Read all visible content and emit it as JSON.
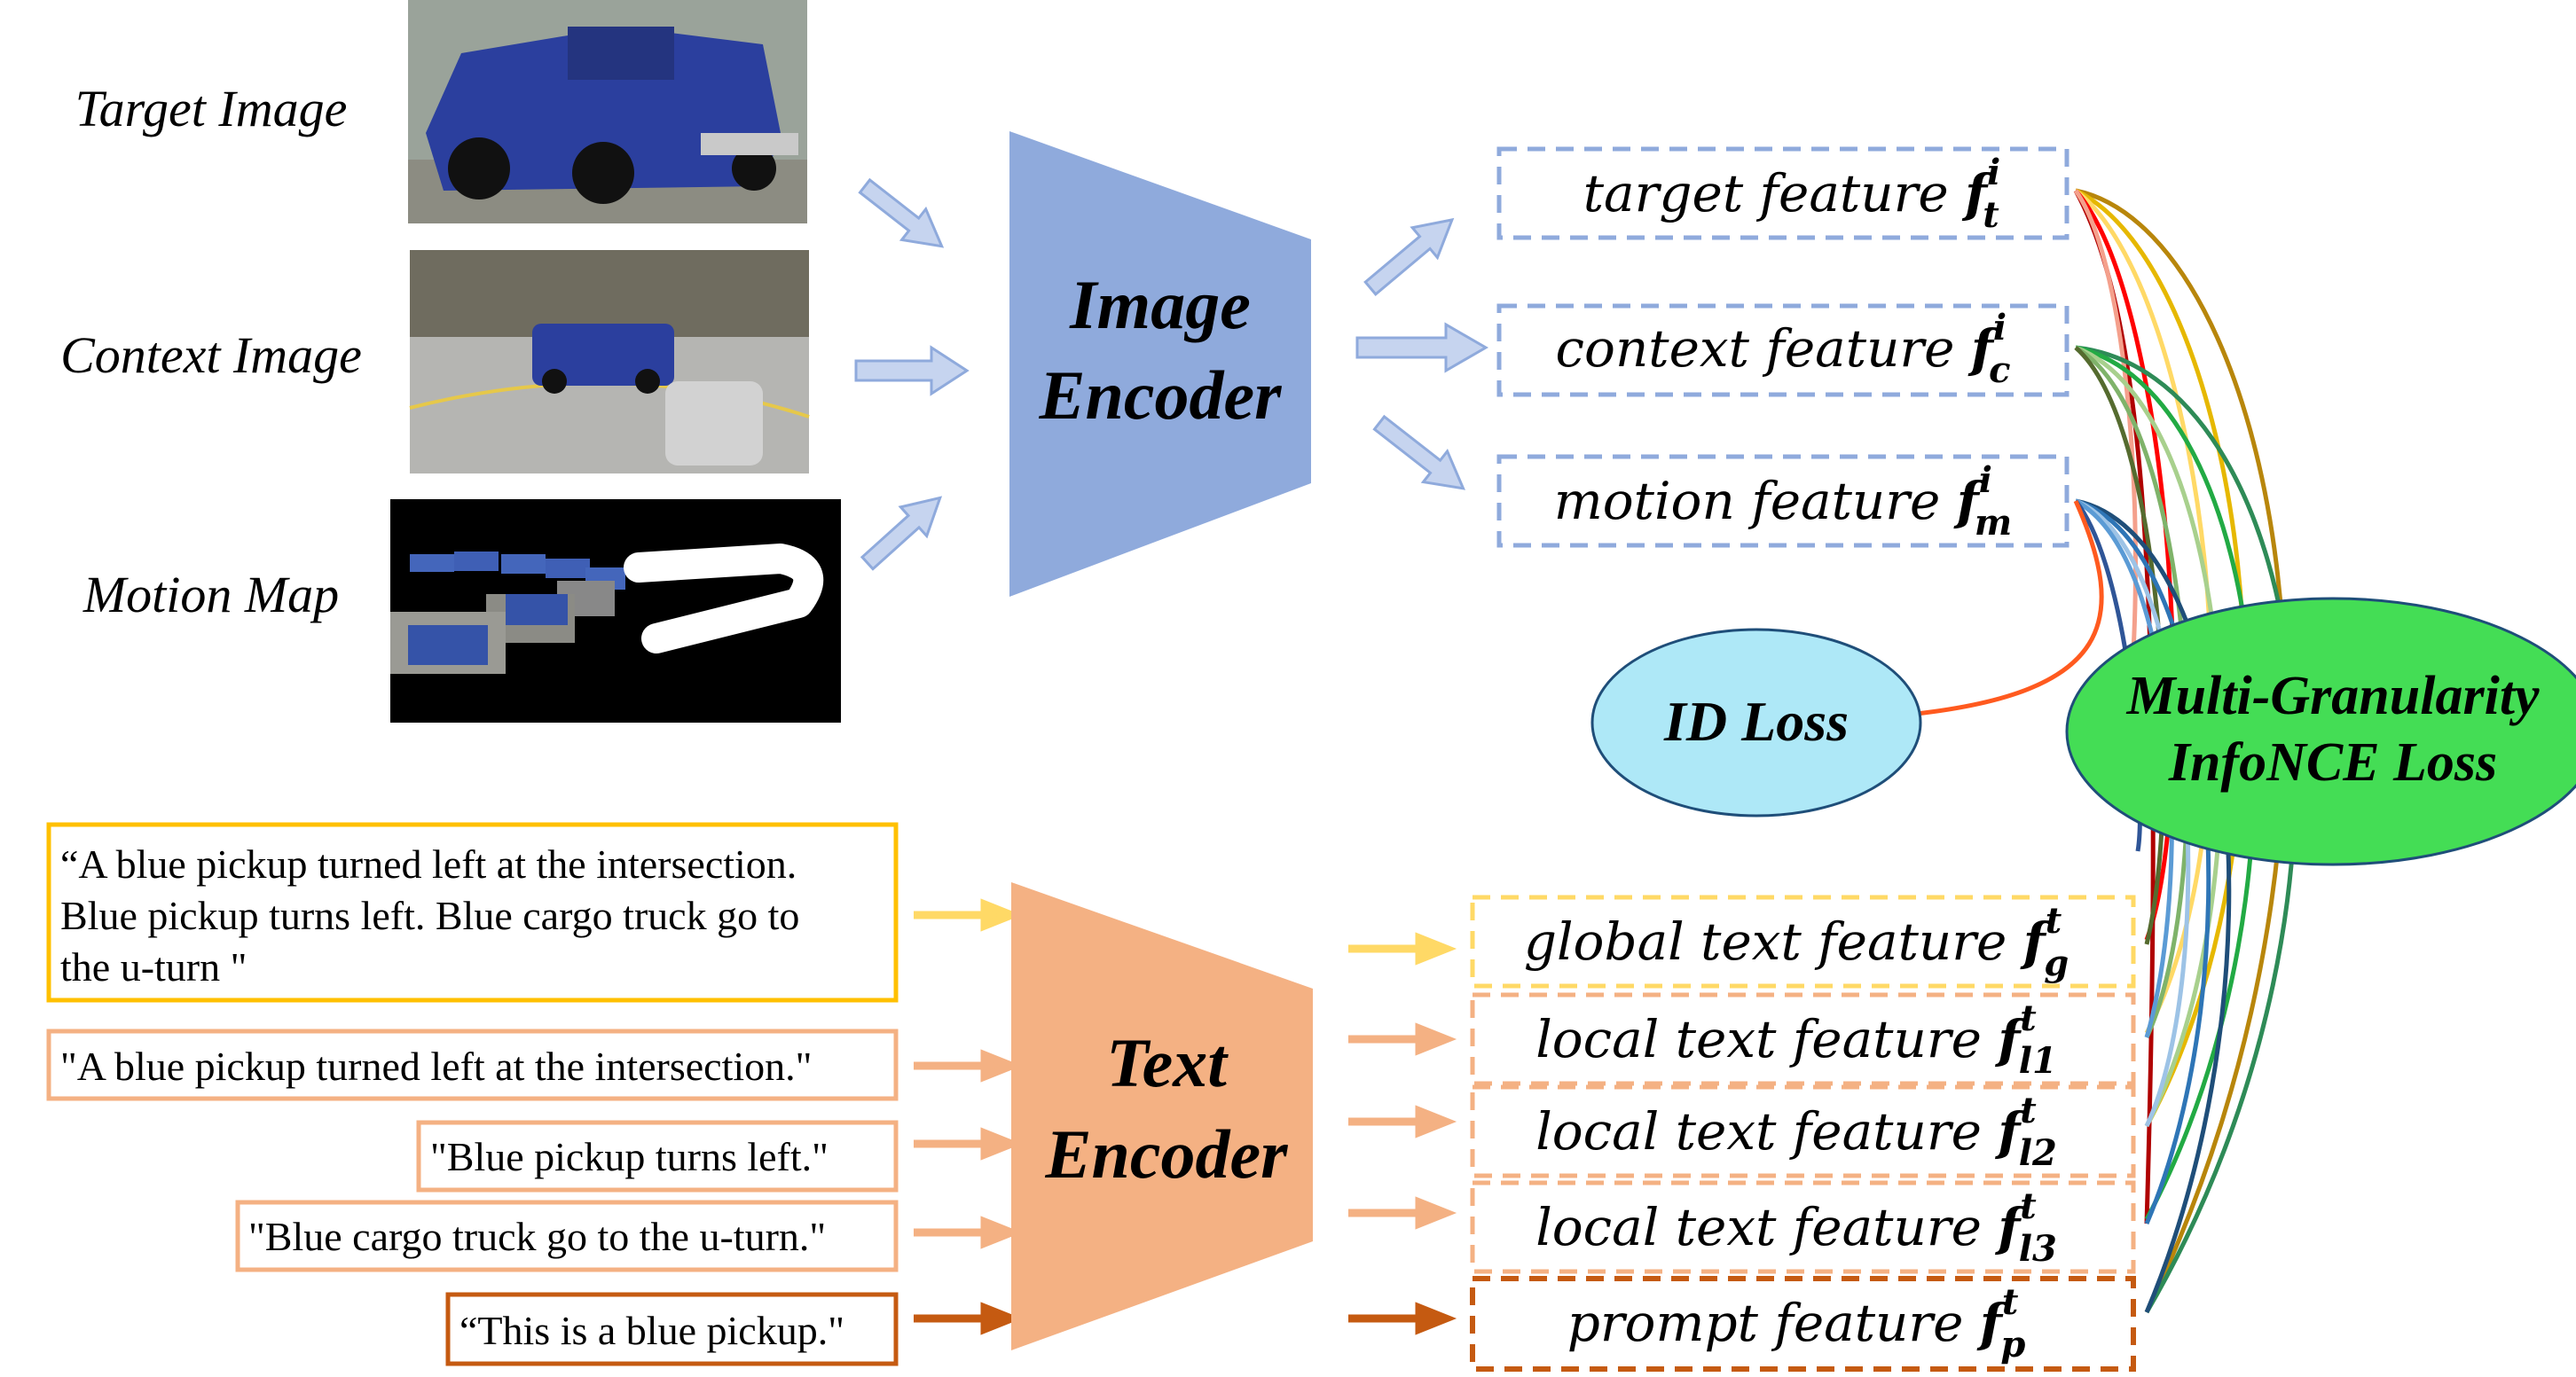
{
  "inputs": {
    "target_label": "Target Image",
    "context_label": "Context Image",
    "motion_label": "Motion Map"
  },
  "image_encoder": {
    "line1": "Image",
    "line2": "Encoder"
  },
  "text_encoder": {
    "line1": "Text",
    "line2": "Encoder"
  },
  "image_features": [
    {
      "text": "target feature ",
      "sym": "f",
      "sup": "i",
      "sub": "t"
    },
    {
      "text": "context feature ",
      "sym": "f",
      "sup": "i",
      "sub": "c"
    },
    {
      "text": "motion feature ",
      "sym": "f",
      "sup": "i",
      "sub": "m"
    }
  ],
  "text_features": [
    {
      "text": "global text feature ",
      "sym": "f",
      "sup": "t",
      "sub": "g"
    },
    {
      "text": "local text feature ",
      "sym": "f",
      "sup": "t",
      "sub": "l1"
    },
    {
      "text": "local text feature ",
      "sym": "f",
      "sup": "t",
      "sub": "l2"
    },
    {
      "text": "local text feature ",
      "sym": "f",
      "sup": "t",
      "sub": "l3"
    },
    {
      "text": "prompt feature ",
      "sym": "f",
      "sup": "t",
      "sub": "p"
    }
  ],
  "captions": {
    "full_line1": "“A blue pickup turned left at the intersection.",
    "full_line2": "Blue pickup turns left. Blue cargo truck go to",
    "full_line3": "the u-turn \"",
    "local1": "\"A blue pickup turned left at the intersection.\"",
    "local2": "\"Blue pickup turns left.\"",
    "local3": "\"Blue cargo truck go to the u-turn.\"",
    "prompt": "“This is a blue pickup.\""
  },
  "id_loss": "ID Loss",
  "infonce": {
    "line1": "Multi-Granularity",
    "line2": "InfoNCE Loss"
  },
  "colors": {
    "image_encoder": "#8faadc",
    "text_encoder": "#f4b183",
    "id_loss_fill": "#aee8f7",
    "infonce_fill": "#44dd55",
    "yellow": "#ffd966",
    "orange_light": "#f4b183",
    "orange_dark": "#c55a11"
  }
}
